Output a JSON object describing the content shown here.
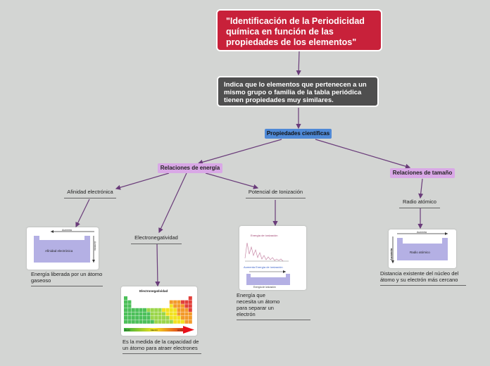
{
  "root": {
    "title": "\"Identificación de la Periodicidad química  en función de las propiedades de los elementos\""
  },
  "info": {
    "text": "Indica que lo elementos que pertenecen a un mismo grupo o familia de la tabla periódica tienen propiedades muy similares."
  },
  "propiedades": {
    "label": "Propiedades científicas"
  },
  "relaciones_energia": {
    "label": "Relaciones de energía",
    "afinidad": {
      "label": "Afinidad electrónica",
      "description": "Energía liberada por un átomo gaseoso",
      "image_title": "Aumenta",
      "image_caption": "Afinidad electrónica",
      "image_side": "Aumenta"
    },
    "electronegatividad": {
      "label": "Electronegatividad",
      "description": "Es la medida de la capacidad de un átomo para atraer electrones",
      "image_title": "Electronegatividad",
      "image_low": "BAJO",
      "image_mid": "MEDIO",
      "image_high": "ALTO"
    },
    "ionizacion": {
      "label": "Potencial de Ionización",
      "description": "Energía que necesita un átomo para separar un electrón",
      "image_title1": "Energía de ionización",
      "image_title2": "Aumenta Energía de ionización",
      "image_caption": "Energía de ionización"
    }
  },
  "relaciones_tamano": {
    "label": "Relaciones de tamaño",
    "radio": {
      "label": "Radio atómico",
      "description": "Distancia existente del núcleo del átomo y su electrón más cercano",
      "image_title": "Aumenta",
      "image_side": "Aumenta",
      "image_caption": "Radio atómico"
    }
  },
  "colors": {
    "root": "#c8213a",
    "info": "#4f4f4f",
    "blue": "#4f89d6",
    "pink": "#d9a8e6",
    "edge": "#6a3c7a",
    "background": "#d3d5d3"
  }
}
